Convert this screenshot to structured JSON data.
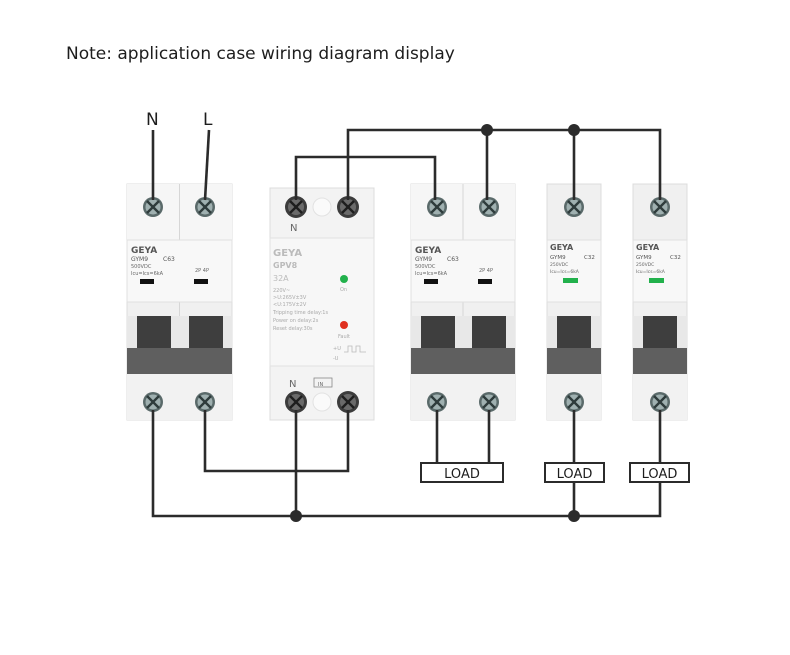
{
  "note": "Note: application case wiring diagram display",
  "terminals": {
    "neutral": "N",
    "line": "L"
  },
  "breaker_63": {
    "brand": "GEYA",
    "model": "GYM9",
    "rating": "C63",
    "spec1": "500VDC",
    "spec2": "Icu=Ics=6kA",
    "poles": "2P 4P"
  },
  "breaker_32": {
    "brand": "GEYA",
    "model": "GYM9",
    "rating": "C32",
    "spec1": "250VDC",
    "spec2": "Icu=Ics=6kA"
  },
  "protector": {
    "brand": "GEYA",
    "model": "GPV8",
    "rating": "32A",
    "lines": [
      "220V~",
      ">U:265V±3V",
      "<U:175V±2V",
      "Tripping time delay:1s",
      "Power on delay:2s",
      "Reset delay:30s"
    ],
    "indicator_on": "On",
    "indicator_fault": "Fault",
    "plus_u": "+U",
    "minus_u": "-U",
    "in_label": "IN",
    "n_top": "N",
    "n_bottom": "N"
  },
  "load_label": "LOAD",
  "colors": {
    "wire": "#2b2b2b",
    "body": "#f2f2f2",
    "handle": "#5c5c5c",
    "green_led": "#22b14c",
    "red_led": "#e03020"
  }
}
